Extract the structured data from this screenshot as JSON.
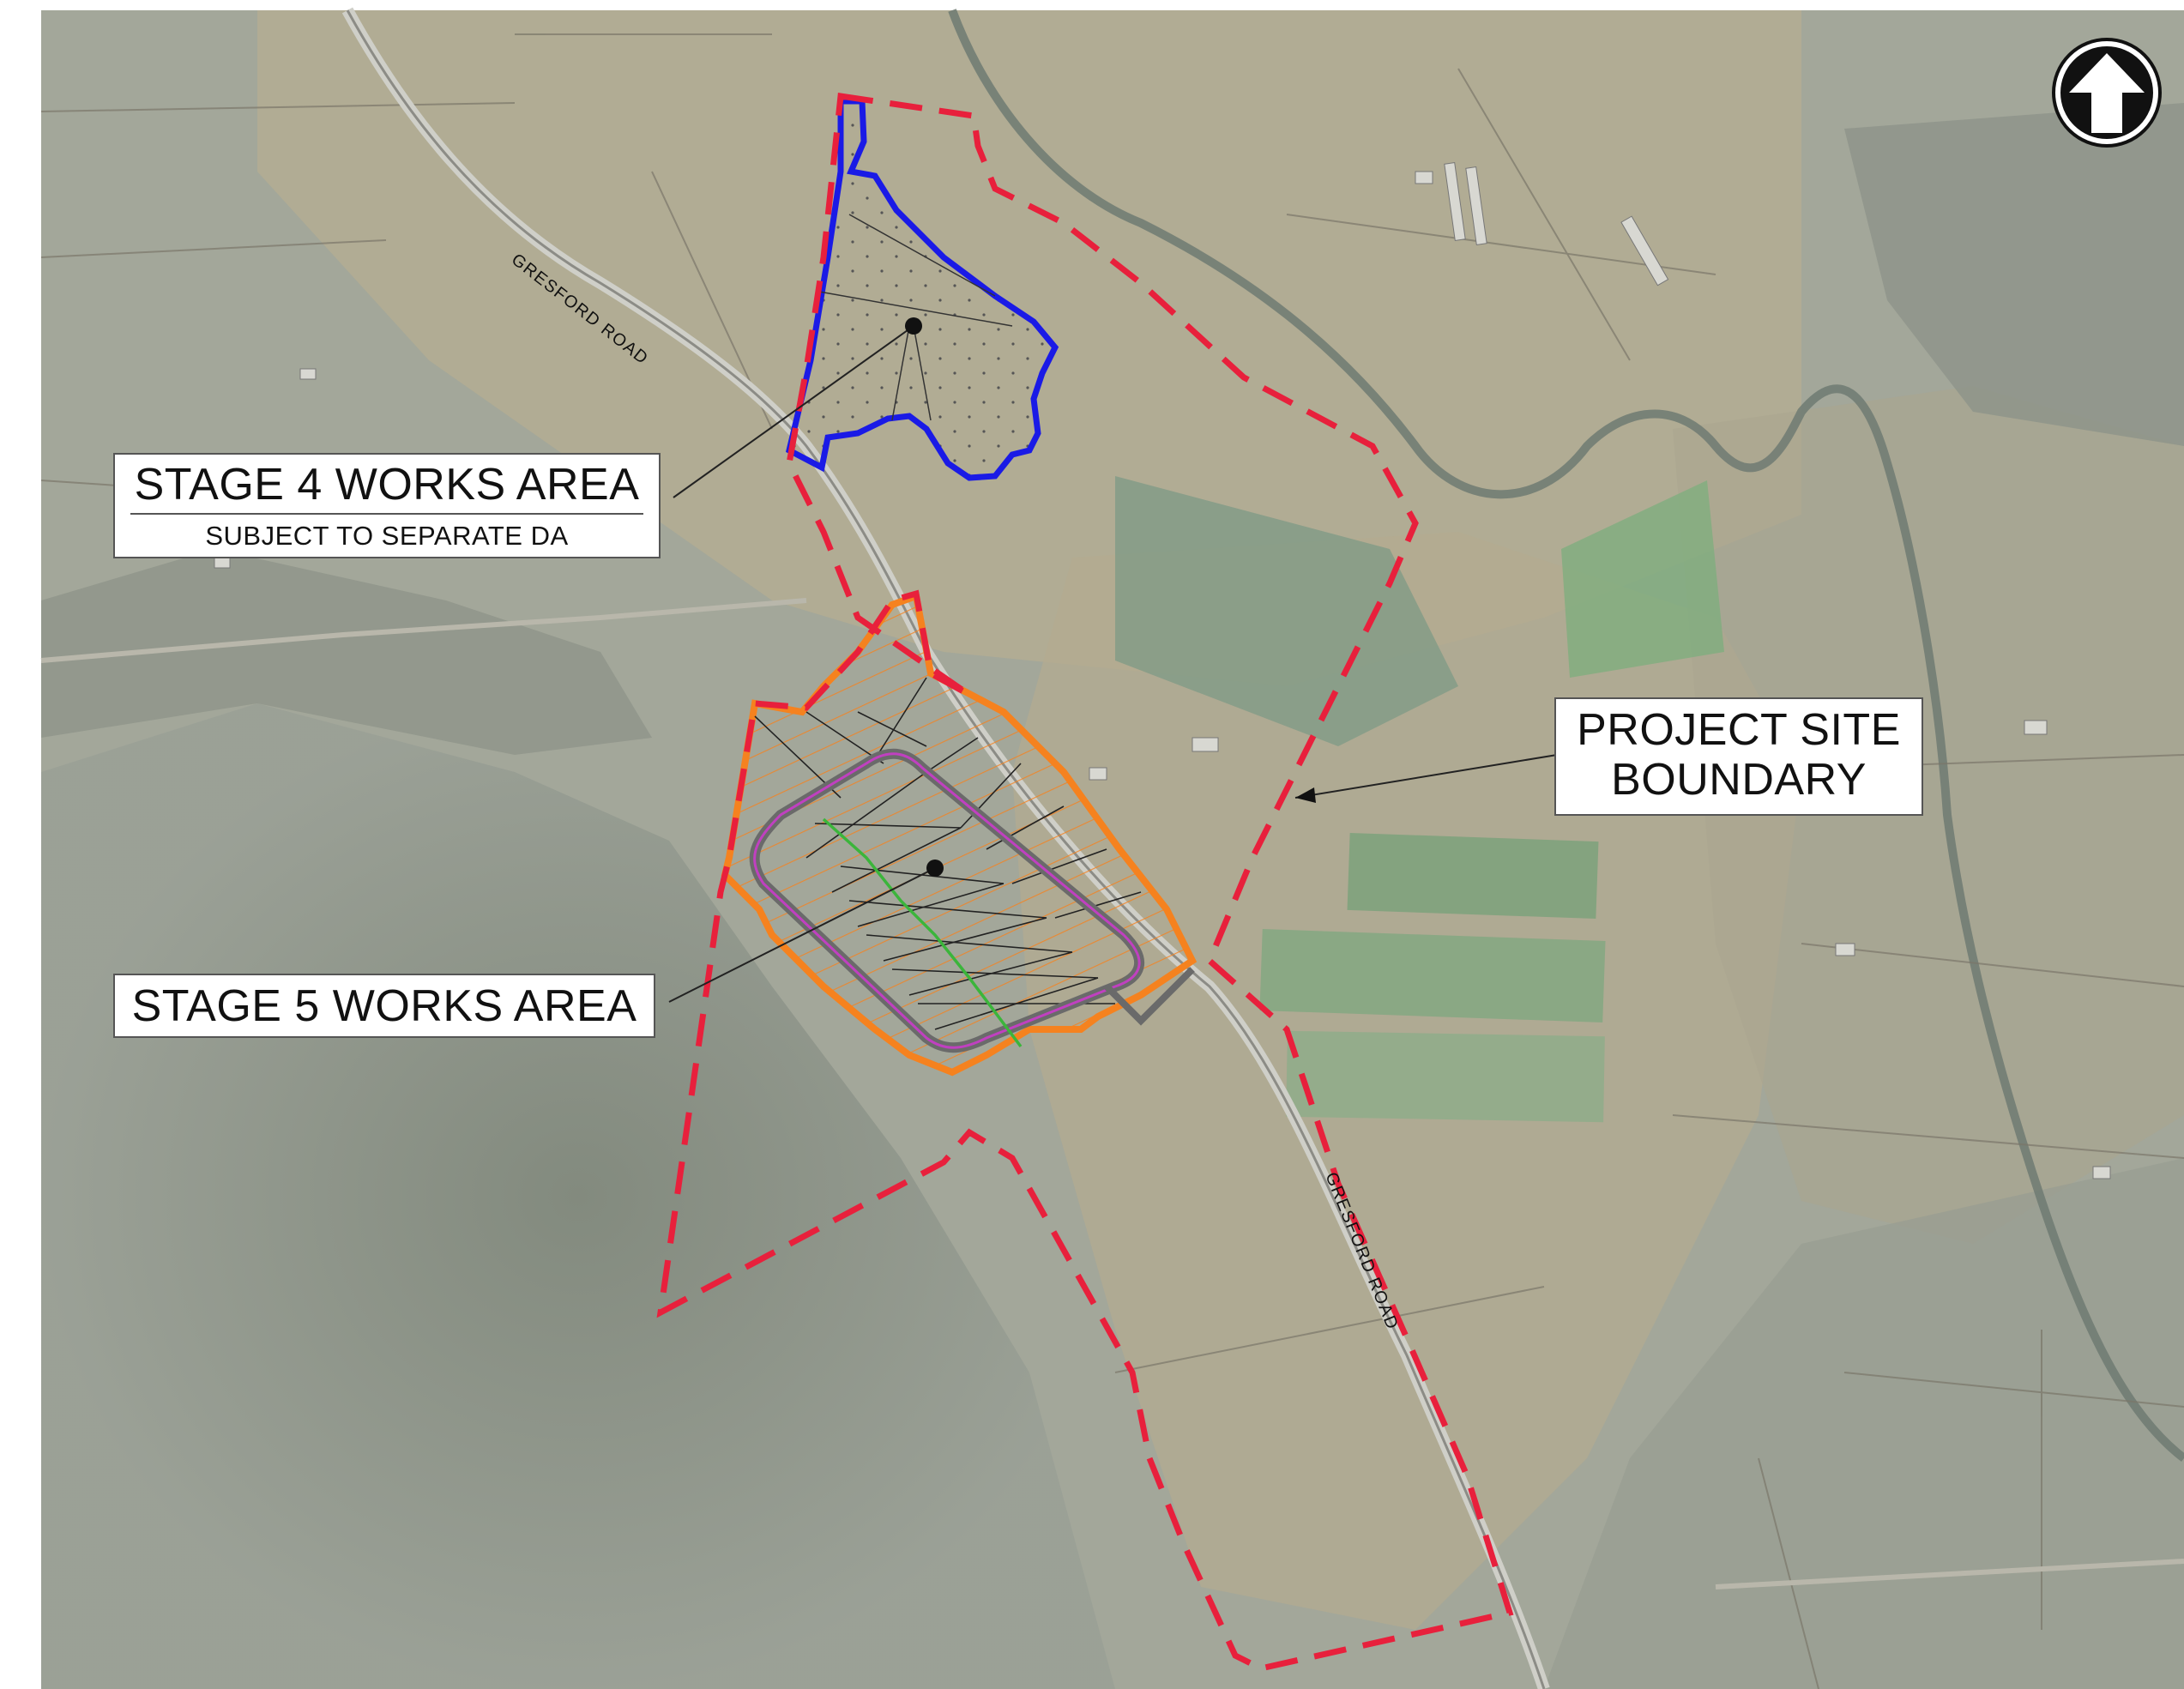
{
  "map": {
    "labels": {
      "stage4_title": "STAGE 4 WORKS AREA",
      "stage4_subtitle": "SUBJECT TO SEPARATE DA",
      "stage5_title": "STAGE 5 WORKS AREA",
      "project_site_line1": "PROJECT SITE",
      "project_site_line2": "BOUNDARY"
    },
    "roads": {
      "north": "GRESFORD ROAD",
      "south": "GRESFORD ROAD"
    },
    "colors": {
      "project_boundary": "#e8203c",
      "stage4_boundary": "#1a1ae6",
      "stage5_boundary": "#f5821f",
      "internal_road": "#c040c0",
      "drainage_line": "#3bb53b",
      "aerial_base": "#a3a79a"
    },
    "icons": {
      "north_arrow": "north-arrow-icon"
    }
  }
}
